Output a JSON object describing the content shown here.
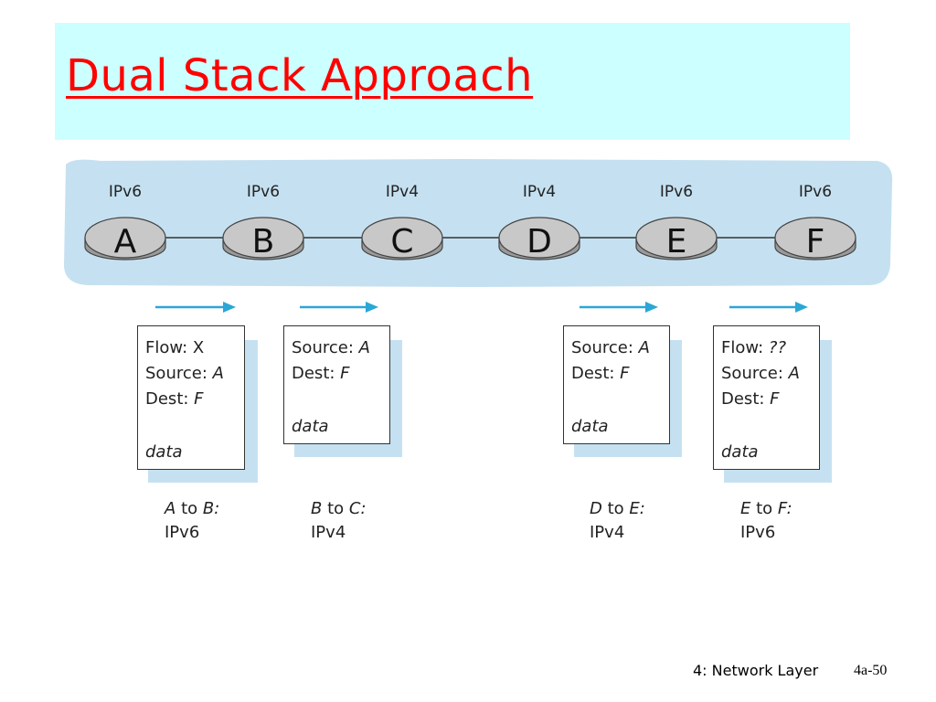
{
  "slide": {
    "title": "Dual Stack Approach"
  },
  "nodes": [
    {
      "id": "A",
      "protocol": "IPv6"
    },
    {
      "id": "B",
      "protocol": "IPv6"
    },
    {
      "id": "C",
      "protocol": "IPv4"
    },
    {
      "id": "D",
      "protocol": "IPv4"
    },
    {
      "id": "E",
      "protocol": "IPv6"
    },
    {
      "id": "F",
      "protocol": "IPv6"
    }
  ],
  "packets": [
    {
      "flow_label": "Flow:",
      "flow_value": "X",
      "source_label": "Source:",
      "source_value": "A",
      "dest_label": "Dest:",
      "dest_value": "F",
      "data": "data",
      "caption_from": "A",
      "caption_to_word": "to",
      "caption_to": "B:",
      "caption_protocol": "IPv6"
    },
    {
      "source_label": "Source:",
      "source_value": "A",
      "dest_label": "Dest:",
      "dest_value": "F",
      "data": "data",
      "caption_from": "B",
      "caption_to_word": "to",
      "caption_to": "C:",
      "caption_protocol": "IPv4"
    },
    {
      "source_label": "Source:",
      "source_value": "A",
      "dest_label": "Dest:",
      "dest_value": "F",
      "data": "data",
      "caption_from": "D",
      "caption_to_word": "to",
      "caption_to": "E:",
      "caption_protocol": "IPv4"
    },
    {
      "flow_label": "Flow:",
      "flow_value": "??",
      "source_label": "Source:",
      "source_value": "A",
      "dest_label": "Dest:",
      "dest_value": "F",
      "data": "data",
      "caption_from": "E",
      "caption_to_word": "to",
      "caption_to": "F:",
      "caption_protocol": "IPv6"
    }
  ],
  "footer": {
    "chapter": "4: Network Layer",
    "page": "4a-50"
  },
  "colors": {
    "title": "#ff0000",
    "title_bg": "#ccffff",
    "band": "#c5e1f1",
    "arrow": "#2aa7d6"
  }
}
